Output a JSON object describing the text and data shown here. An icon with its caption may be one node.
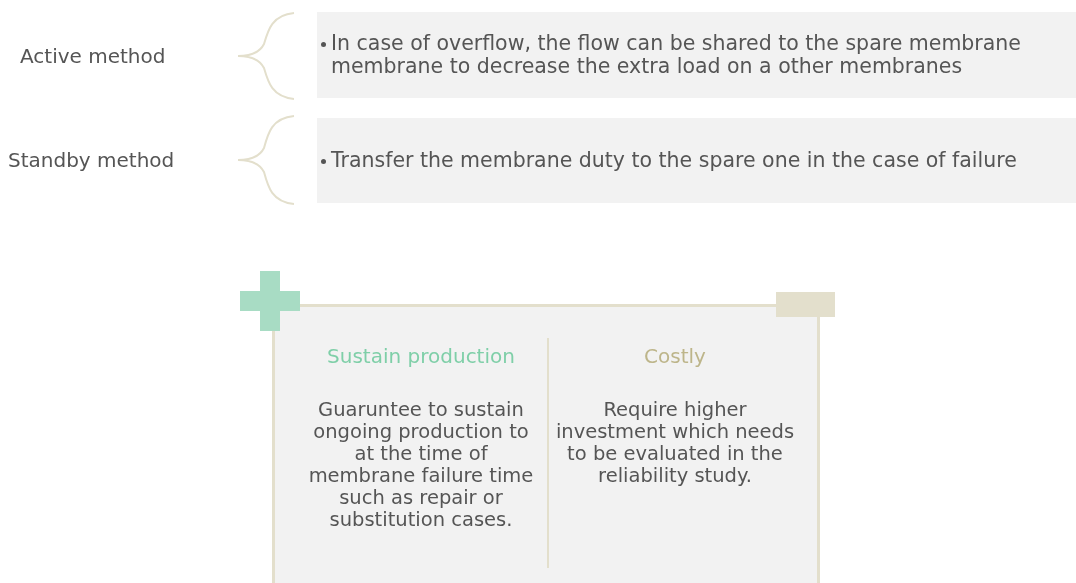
{
  "diagram": {
    "nodes": [
      {
        "text": [
          "In case of overflow, the flow can be shared to the spare membrane membrane to decrease the extra load on a other membranes"
        ]
      },
      {
        "text": [
          "Transfer the membrane duty to the spare one in the case of failure"
        ]
      },
      {
        "text": [],
        "shape": "box"
      },
      {
        "text": [
          "Sustain production",
          "Guaruntee to sustain ongoing production to at the time of membrane failure time such as repair or substitution cases."
        ],
        "in": 2
      },
      {
        "text": [
          "Costly",
          "Require higher investment which needs to be evaluated in the reliability study."
        ],
        "in": 2
      }
    ],
    "labels": [
      "Active method",
      "Standby method"
    ]
  }
}
